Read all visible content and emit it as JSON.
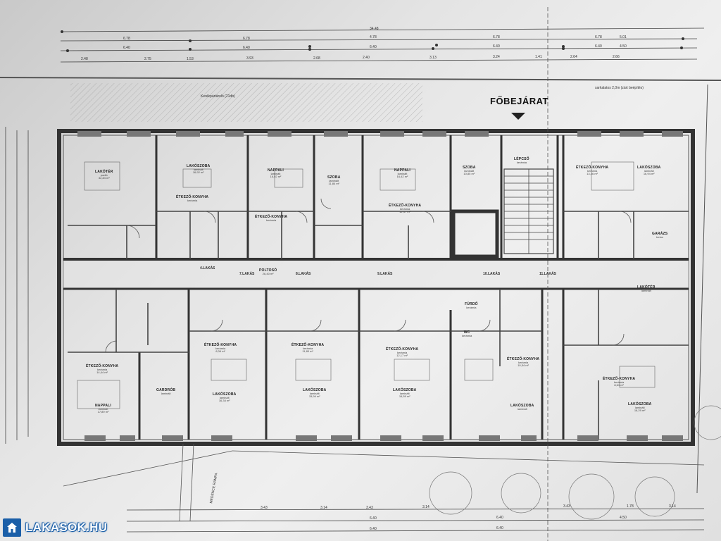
{
  "entrance_label": "FŐBEJÁRAT",
  "parking_note": "Kerékpártároló (21db)",
  "site_note": "sarkalatos 2,0m (zárt beépítés)",
  "ramp_note": "MEDENCE RÁMPA",
  "logo": {
    "text": "LAKASOK.HU",
    "icon": "house-icon"
  },
  "top_dims_row1": [
    "34.48"
  ],
  "top_dims_row2": [
    "6.78",
    "6.78",
    "4.78",
    "6.78",
    "6.78",
    "5.01"
  ],
  "top_dims_row3": [
    "6.40",
    "6.40",
    "6.40",
    "6.40",
    "6.40",
    "4.50"
  ],
  "top_dims_row4": [
    "2.48",
    "2.75",
    "1.53",
    "3.93",
    "2.68",
    "2.40",
    "3.13",
    "3.24",
    "1.41",
    "2.64",
    "2.66"
  ],
  "bottom_dims": [
    "3.43",
    "3.14",
    "3.43",
    "3.14",
    "3.43",
    "1.78",
    "3.14"
  ],
  "bottom_dims2": [
    "6.40",
    "6.40",
    "6.40",
    "6.40",
    "4.50"
  ],
  "rooms_top": [
    {
      "name": "LAKÓTÉR",
      "sub": "padló\n32,84 m²"
    },
    {
      "name": "LAKÓSZOBA",
      "sub": "laminált\n16,92 m²"
    },
    {
      "name": "NAPPALI",
      "sub": "laminált\n16,02 m²"
    },
    {
      "name": "SZOBA",
      "sub": "laminált\n11,84 m²"
    },
    {
      "name": "NAPPALI",
      "sub": "laminált\n16,42 m²"
    },
    {
      "name": "SZOBA",
      "sub": "laminált\n10,85 m²"
    },
    {
      "name": "LÉPCSŐ",
      "sub": "kerámia"
    },
    {
      "name": "ÉTKEZŐ-KONYHA",
      "sub": "kerámia\n13,46 m²"
    },
    {
      "name": "LAKÓSZOBA",
      "sub": "laminált\n16,94 m²"
    }
  ],
  "rooms_mid": [
    {
      "name": "ÉTKEZŐ-KONYHA",
      "sub": "kerámia"
    },
    {
      "name": "ÉTKEZŐ-KONYHA",
      "sub": "kerámia"
    },
    {
      "name": "ÉTKEZŐ-KONYHA",
      "sub": "kerámia\n12,47 m²"
    },
    {
      "name": "GARÁZS",
      "sub": "beton"
    },
    {
      "name": "POLTOSÓ",
      "sub": "26,40 m²"
    },
    {
      "name": "FÜRDŐ",
      "sub": "kerámia"
    },
    {
      "name": "WC",
      "sub": "kerámia"
    },
    {
      "name": "LAKÓTÉR",
      "sub": "laminált"
    }
  ],
  "rooms_bottom": [
    {
      "name": "ÉTKEZŐ-KONYHA",
      "sub": "kerámia\n14,44 m²"
    },
    {
      "name": "NAPPALI",
      "sub": "laminált\n17,89 m²"
    },
    {
      "name": "GARDRÓB",
      "sub": "laminált"
    },
    {
      "name": "ÉTKEZŐ-KONYHA",
      "sub": "kerámia\n8,34 m²"
    },
    {
      "name": "LAKÓSZOBA",
      "sub": "laminált\n16,34 m²"
    },
    {
      "name": "ÉTKEZŐ-KONYHA",
      "sub": "kerámia\n11,80 m²"
    },
    {
      "name": "LAKÓSZOBA",
      "sub": "laminált\n15,94 m²"
    },
    {
      "name": "ÉTKEZŐ-KONYHA",
      "sub": "kerámia\n12,17 m²"
    },
    {
      "name": "LAKÓSZOBA",
      "sub": "laminált\n16,59 m²"
    },
    {
      "name": "LAKÓSZOBA",
      "sub": "laminált"
    },
    {
      "name": "ÉTKEZŐ-KONYHA",
      "sub": "kerámia\n10,54 m²"
    },
    {
      "name": "ÉTKEZŐ-KONYHA",
      "sub": "kerámia\n8,61 m²"
    },
    {
      "name": "LAKÓSZOBA",
      "sub": "laminált\n16,29 m²"
    }
  ],
  "unit_labels": [
    "4.LAKÁS",
    "7.LAKÁS",
    "8.LAKÁS",
    "9.LAKÁS",
    "10.LAKÁS",
    "11.LAKÁS"
  ],
  "colors": {
    "wall": "#3a3a3a",
    "line": "#4a4a4a",
    "logo_blue": "#1b5fa8"
  }
}
